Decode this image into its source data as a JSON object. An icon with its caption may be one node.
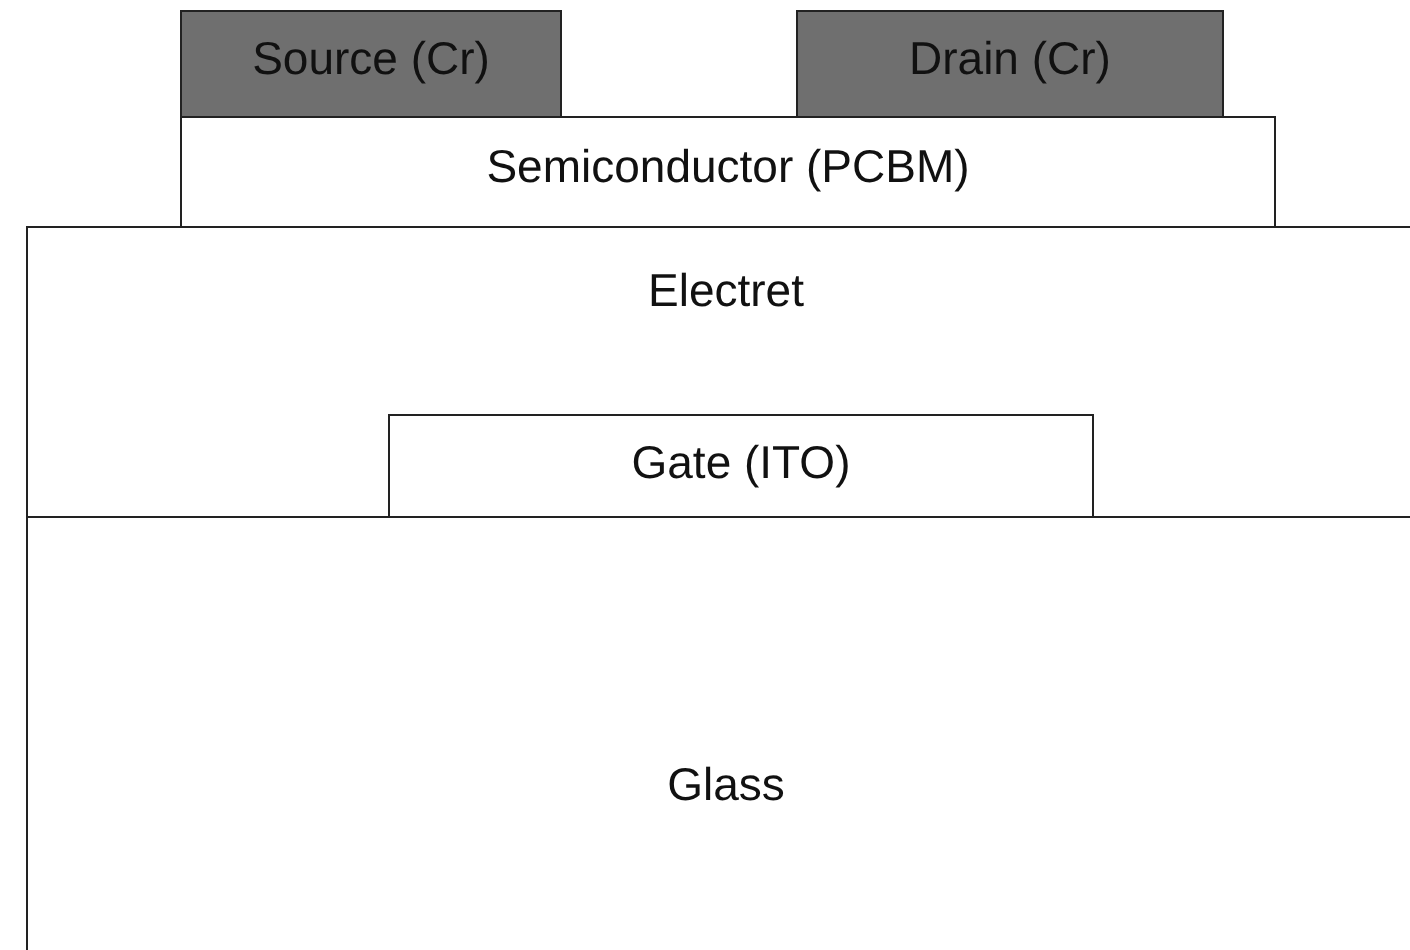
{
  "diagram": {
    "nodes": [
      {
        "text": [
          "Source (Cr)"
        ]
      },
      {
        "text": [
          "Drain (Cr)"
        ]
      },
      {
        "text": [
          "Semiconductor (PCBM)"
        ]
      },
      {
        "text": [
          "Electret"
        ]
      },
      {
        "text": [
          "Gate (ITO)"
        ],
        "in": 3
      },
      {
        "text": [
          "Glass"
        ]
      }
    ]
  }
}
